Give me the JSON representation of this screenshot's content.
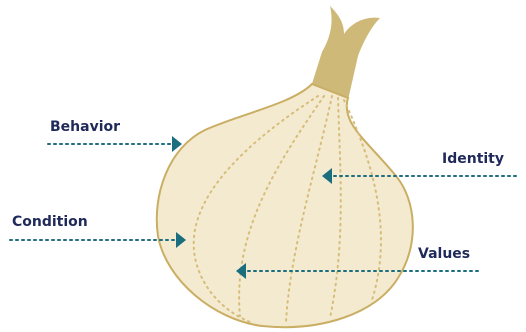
{
  "colors": {
    "onion_fill": "#f3ead0",
    "onion_outline": "#c9ae63",
    "stem": "#cfb978",
    "ribs": "#d6bd7a",
    "arrow": "#1a6e7e",
    "dotted_line": "#1a6e7e",
    "text": "#1f2a5a"
  },
  "labels": {
    "behavior": "Behavior",
    "identity": "Identity",
    "condition": "Condition",
    "values": "Values"
  }
}
